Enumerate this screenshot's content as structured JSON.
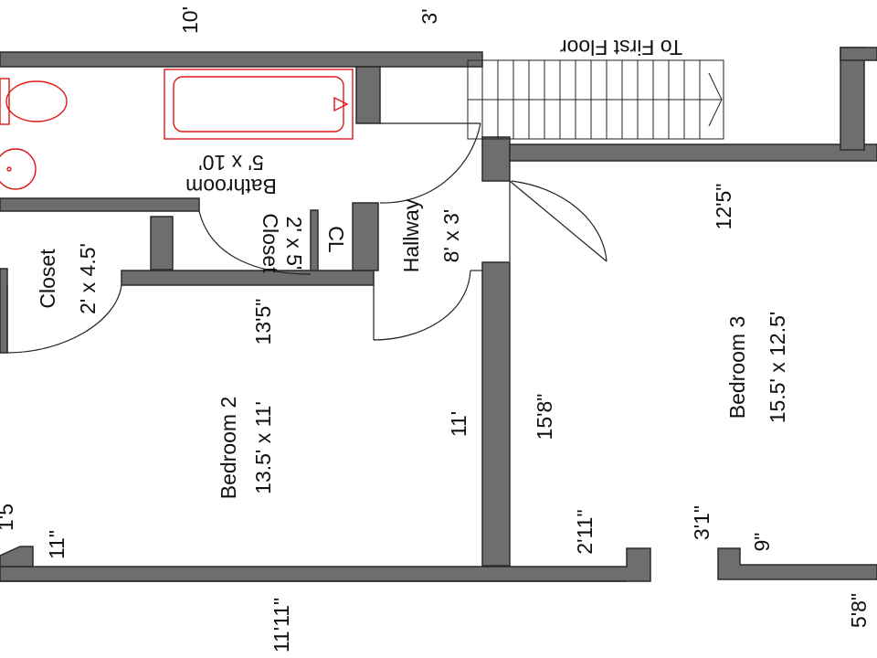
{
  "rooms": {
    "bathroom": {
      "name": "Bathroom",
      "size": "5' x 10'"
    },
    "closet_small": {
      "name": "Closet",
      "size": "2' x 4.5'"
    },
    "linen_closet": {
      "name": "Closet",
      "size": "2' x 5'"
    },
    "hallway": {
      "name": "Hallway",
      "size": "8' x 3'"
    },
    "bedroom2": {
      "name": "Bedroom 2",
      "size": "13.5' x 11'"
    },
    "bedroom3": {
      "name": "Bedroom 3",
      "size": "15.5' x 12.5'"
    }
  },
  "stairs_label": "To First Floor",
  "closet_abbrev": "CL",
  "dimensions": {
    "bath_10": "10'",
    "stair_3": "3'",
    "hall_12_5": "12'5\"",
    "bed2_13_5": "13'5\"",
    "bed2_11": "11'",
    "bed3_15_8": "15'8\"",
    "seg_2_11": "2'11\"",
    "seg_3_1": "3'1\"",
    "seg_9": "9\"",
    "seg_11": "11\"",
    "bottom_11_11": "11'11\"",
    "bottom_5_8": "5'8\"",
    "left_edge": "1'5"
  },
  "colors": {
    "wall_fill": "#6e6e6e",
    "wall_stroke": "#2a2a2a",
    "fixture": "#e01818",
    "background": "#ffffff"
  }
}
